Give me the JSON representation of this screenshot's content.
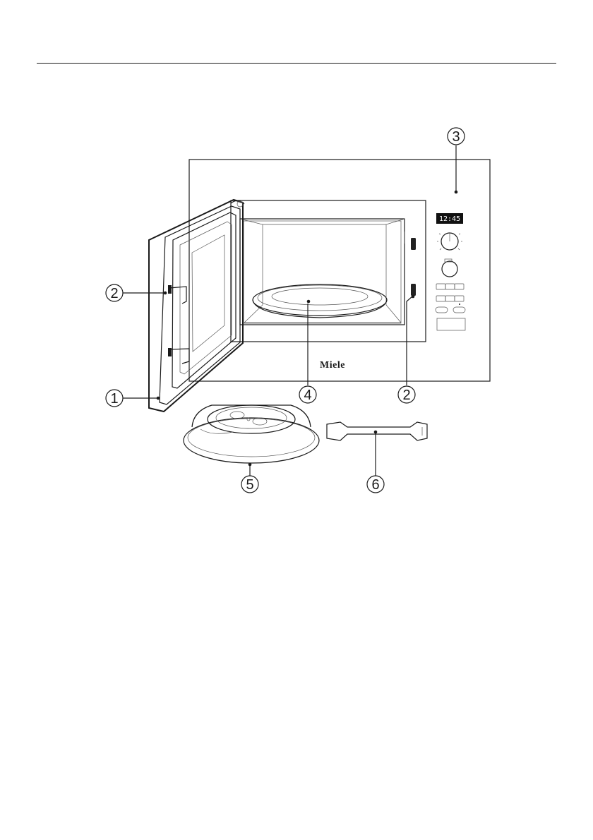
{
  "diagram": {
    "brand": "Miele",
    "display_time": "12:45",
    "callouts": {
      "c1": "1",
      "c2a": "2",
      "c2b": "2",
      "c3": "3",
      "c4": "4",
      "c5": "5",
      "c6": "6"
    }
  }
}
